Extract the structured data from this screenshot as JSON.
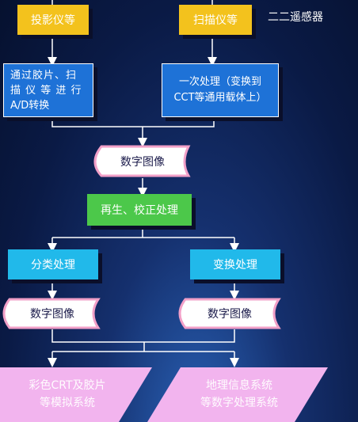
{
  "top_label": "二二遥感器",
  "inputs": {
    "left": "投影仪等",
    "right": "扫描仪等"
  },
  "process": {
    "left_line1": "通过胶片、扫",
    "left_line2": "描 仪 等 进 行",
    "left_line3": "A/D转换",
    "right_line1": "一次处理（变换到",
    "right_line2": "CCT等通用载体上）"
  },
  "digital_image_main": "数字图像",
  "regen": "再生、校正处理",
  "classify": "分类处理",
  "transform": "变换处理",
  "digital_image_left": "数字图像",
  "digital_image_right": "数字图像",
  "outputs": {
    "left_line1": "彩色CRT及胶片",
    "left_line2": "等模拟系统",
    "right_line1": "地理信息系统",
    "right_line2": "等数字处理系统"
  },
  "colors": {
    "yellow": "#f3c21d",
    "blue": "#1e72d7",
    "green": "#4cc84a",
    "cyan": "#21b9ea",
    "pink": "#f2b4ee",
    "background": "#0a1a45"
  }
}
